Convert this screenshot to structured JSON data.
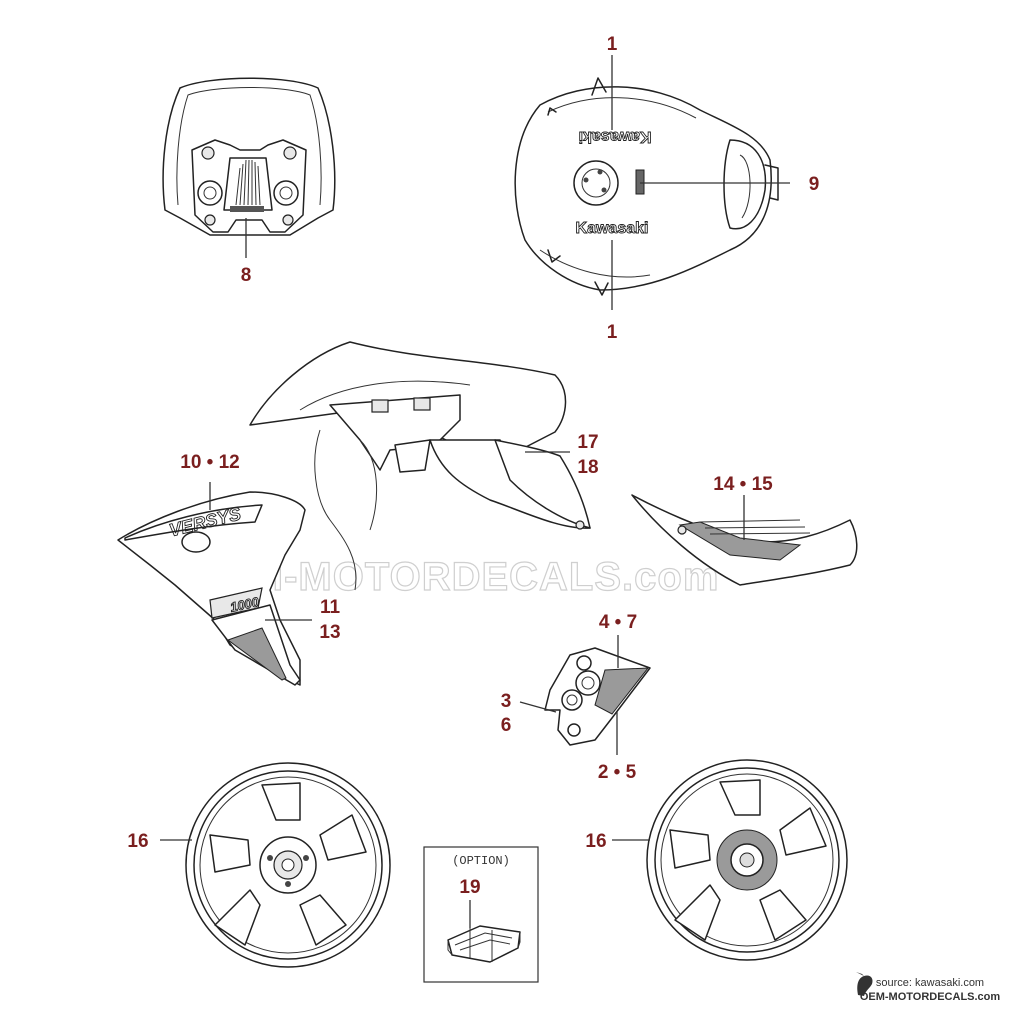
{
  "callouts": {
    "c1_top": "1",
    "c1_bottom": "1",
    "c8": "8",
    "c9": "9",
    "c10_12": "10 • 12",
    "c11": "11",
    "c13": "13",
    "c14_15": "14 • 15",
    "c17": "17",
    "c18": "18",
    "c4_7": "4 • 7",
    "c3": "3",
    "c6": "6",
    "c2_5": "2 • 5",
    "c16_left": "16",
    "c16_right": "16",
    "c19": "19"
  },
  "decals": {
    "tank_logo_top": "Kawasaki",
    "tank_logo_bottom": "Kawasaki",
    "shroud_model": "VERSYS",
    "shroud_displacement": "1000"
  },
  "option_box": {
    "label": "(OPTION)"
  },
  "watermark": "OEM-MOTORDECALS.com",
  "credit": {
    "source": "source: kawasaki.com",
    "site": "OEM-MOTORDECALS.com"
  },
  "colors": {
    "callout": "#7a1f1f",
    "linework": "#222222",
    "watermark": "#cfcfcf"
  }
}
